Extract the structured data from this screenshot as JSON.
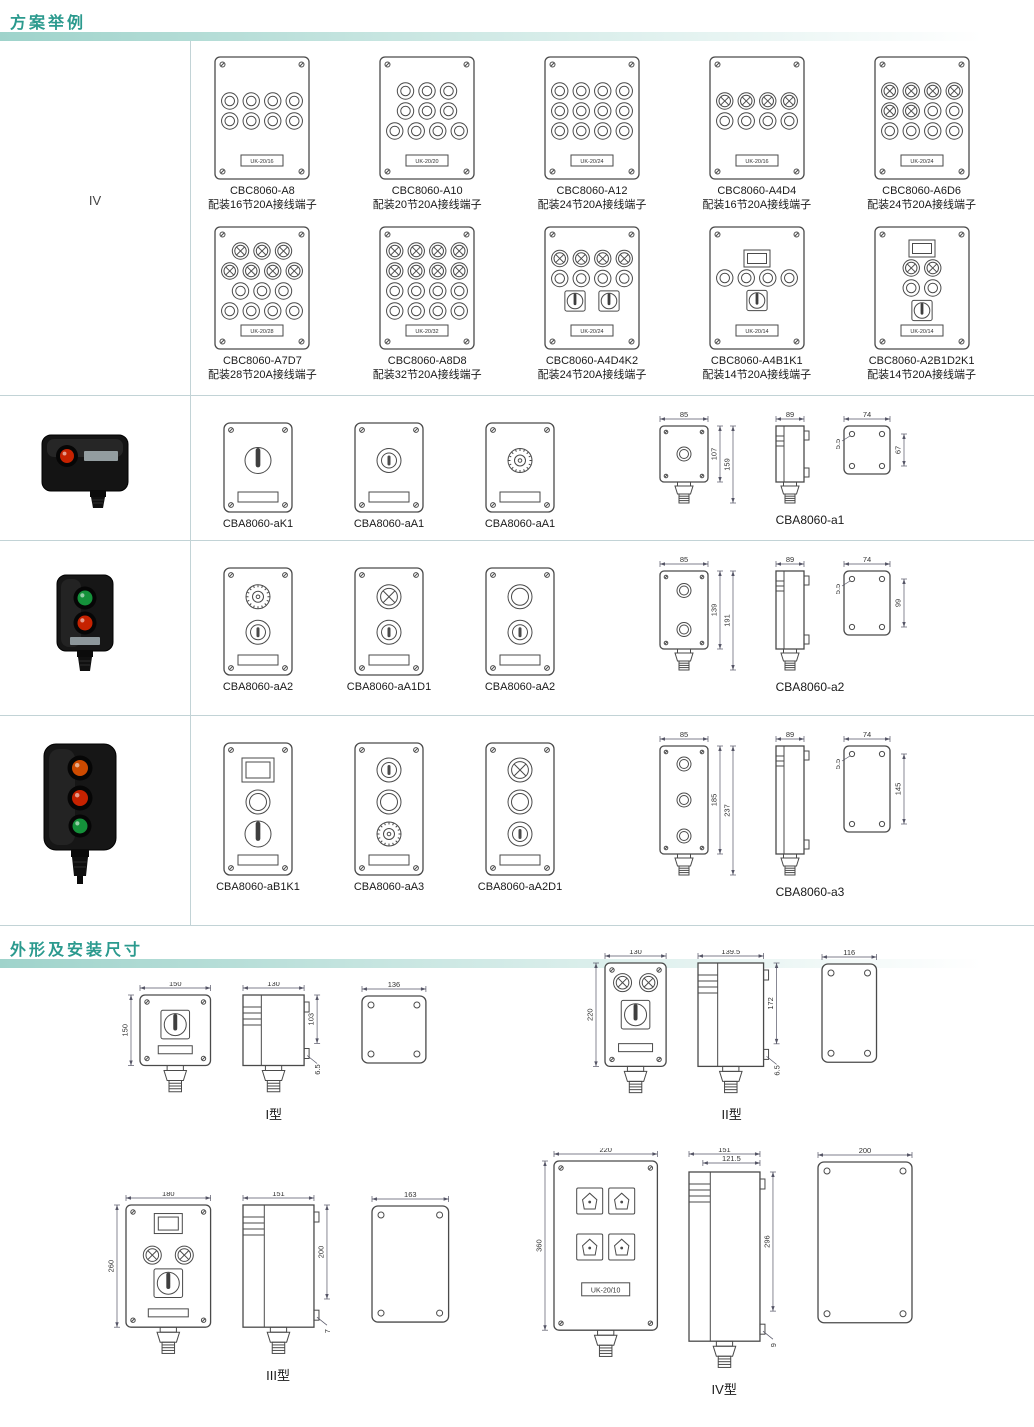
{
  "sections": {
    "schemes_title": "方案举例",
    "dimensions_title": "外形及安装尺寸"
  },
  "scheme_table": {
    "row_label": "IV",
    "products": [
      {
        "model": "CBC8060-A8",
        "desc": "配装16节20A接线端子",
        "tag": "UK-20/16",
        "rows": [
          "bbbb",
          "bbbb"
        ]
      },
      {
        "model": "CBC8060-A10",
        "desc": "配装20节20A接线端子",
        "tag": "UK-20/20",
        "rows": [
          "bbb",
          "bbb",
          "bbbb"
        ]
      },
      {
        "model": "CBC8060-A12",
        "desc": "配装24节20A接线端子",
        "tag": "UK-20/24",
        "rows": [
          "bbbb",
          "bbbb",
          "bbbb"
        ]
      },
      {
        "model": "CBC8060-A4D4",
        "desc": "配装16节20A接线端子",
        "tag": "UK-20/16",
        "rows": [
          "llll",
          "bbbb"
        ]
      },
      {
        "model": "CBC8060-A6D6",
        "desc": "配装24节20A接线端子",
        "tag": "UK-20/24",
        "rows": [
          "llll",
          "llbb",
          "bbbb"
        ]
      },
      {
        "model": "CBC8060-A7D7",
        "desc": "配装28节20A接线端子",
        "tag": "UK-20/28",
        "rows": [
          "lll",
          "llll",
          "bbb",
          "bbbb"
        ]
      },
      {
        "model": "CBC8060-A8D8",
        "desc": "配装32节20A接线端子",
        "tag": "UK-20/32",
        "rows": [
          "llll",
          "llll",
          "bbbb",
          "bbbb"
        ]
      },
      {
        "model": "CBC8060-A4D4K2",
        "desc": "配装24节20A接线端子",
        "tag": "UK-20/24",
        "rows": [
          "llll",
          "bbbb",
          "KK"
        ]
      },
      {
        "model": "CBC8060-A4B1K1",
        "desc": "配装14节20A接线端子",
        "tag": "UK-20/14",
        "rows": [
          "M",
          "bbbb",
          "K"
        ]
      },
      {
        "model": "CBC8060-A2B1D2K1",
        "desc": "配装14节20A接线端子",
        "tag": "UK-20/14",
        "rows": [
          "M",
          "ll",
          "bb",
          "K"
        ]
      }
    ]
  },
  "cba_rows": [
    {
      "group_model": "CBA8060-a1",
      "variants": [
        {
          "model": "CBA8060-aK1",
          "elements": [
            "switch"
          ]
        },
        {
          "model": "CBA8060-aA1",
          "elements": [
            "slot"
          ]
        },
        {
          "model": "CBA8060-aA1",
          "elements": [
            "mushroom"
          ]
        }
      ],
      "dims": {
        "front_w": "85",
        "front_h_inner": "107",
        "front_h": "159",
        "side_w": "89",
        "back_w": "74",
        "back_h": "67",
        "hole": "5.5"
      }
    },
    {
      "group_model": "CBA8060-a2",
      "variants": [
        {
          "model": "CBA8060-aA2",
          "elements": [
            "mushroom",
            "slot"
          ]
        },
        {
          "model": "CBA8060-aA1D1",
          "elements": [
            "lamp",
            "slot"
          ]
        },
        {
          "model": "CBA8060-aA2",
          "elements": [
            "plain",
            "slot"
          ]
        }
      ],
      "dims": {
        "front_w": "85",
        "front_h_inner": "139",
        "front_h": "191",
        "side_w": "89",
        "back_w": "74",
        "back_h": "99",
        "hole": "5.5"
      }
    },
    {
      "group_model": "CBA8060-a3",
      "variants": [
        {
          "model": "CBA8060-aB1K1",
          "elements": [
            "meter",
            "plain",
            "switch"
          ]
        },
        {
          "model": "CBA8060-aA3",
          "elements": [
            "slot",
            "plain",
            "mushroom"
          ]
        },
        {
          "model": "CBA8060-aA2D1",
          "elements": [
            "lamp",
            "plain",
            "slot"
          ]
        }
      ],
      "dims": {
        "front_w": "85",
        "front_h_inner": "185",
        "front_h": "237",
        "side_w": "89",
        "back_w": "74",
        "back_h": "145",
        "hole": "5.5"
      }
    }
  ],
  "type_groups": [
    {
      "label": "I型",
      "front": {
        "w": "150",
        "h": "150"
      },
      "side": {
        "w": "130",
        "h_dim": "103",
        "hole": "6.5"
      },
      "back": {
        "w": "136"
      }
    },
    {
      "label": "II型",
      "front": {
        "w": "130",
        "h": "220"
      },
      "side": {
        "w": "139.5",
        "h_dim": "172",
        "hole": "6.5"
      },
      "back": {
        "w": "116"
      }
    },
    {
      "label": "III型",
      "front": {
        "w": "180",
        "h": "260"
      },
      "side": {
        "w": "151",
        "h_dim": "200",
        "hole": "7"
      },
      "back": {
        "w": "163"
      }
    },
    {
      "label": "IV型",
      "front": {
        "w": "220",
        "h": "360",
        "tag": "UK-20/10"
      },
      "side": {
        "w": "151",
        "w2": "121.5",
        "h_dim": "296",
        "hole": "9"
      },
      "back": {
        "w": "200"
      }
    }
  ],
  "colors": {
    "accent_teal": "#2b9a8e",
    "line_gray": "#c2d3d6",
    "drawing_stroke": "#4a4a4a",
    "button_red": "#c62200",
    "button_green": "#14913a"
  }
}
